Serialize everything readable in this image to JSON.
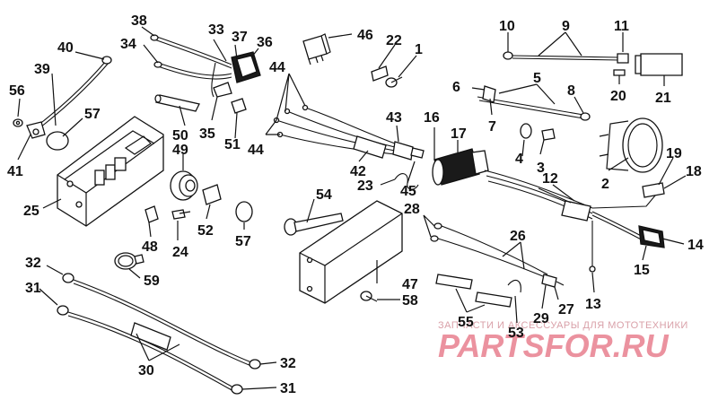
{
  "diagram": {
    "callouts": {
      "n1": "1",
      "n2": "2",
      "n3": "3",
      "n4": "4",
      "n5": "5",
      "n6": "6",
      "n7": "7",
      "n8": "8",
      "n9": "9",
      "n10": "10",
      "n11": "11",
      "n12": "12",
      "n13": "13",
      "n14": "14",
      "n15": "15",
      "n16": "16",
      "n17": "17",
      "n18": "18",
      "n19": "19",
      "n20": "20",
      "n21": "21",
      "n22": "22",
      "n23": "23",
      "n24": "24",
      "n25": "25",
      "n26": "26",
      "n27": "27",
      "n28": "28",
      "n29": "29",
      "n30": "30",
      "n31a": "31",
      "n31b": "31",
      "n32a": "32",
      "n32b": "32",
      "n33": "33",
      "n34": "34",
      "n35": "35",
      "n36": "36",
      "n37": "37",
      "n38": "38",
      "n39": "39",
      "n40": "40",
      "n41": "41",
      "n42": "42",
      "n43": "43",
      "n44a": "44",
      "n44b": "44",
      "n45": "45",
      "n46": "46",
      "n47": "47",
      "n48": "48",
      "n49": "49",
      "n50": "50",
      "n51": "51",
      "n52": "52",
      "n54": "54",
      "n55": "55",
      "n56": "56",
      "n57a": "57",
      "n57b": "57",
      "n58": "58",
      "n59": "59",
      "n53": "53"
    },
    "watermark": {
      "caption": "ЗАПЧАСТИ И АКСЕССУАРЫ ДЛЯ МОТОТЕХНИКИ",
      "logo": "PARTSFOR.RU",
      "color": "#e87f8f"
    }
  }
}
